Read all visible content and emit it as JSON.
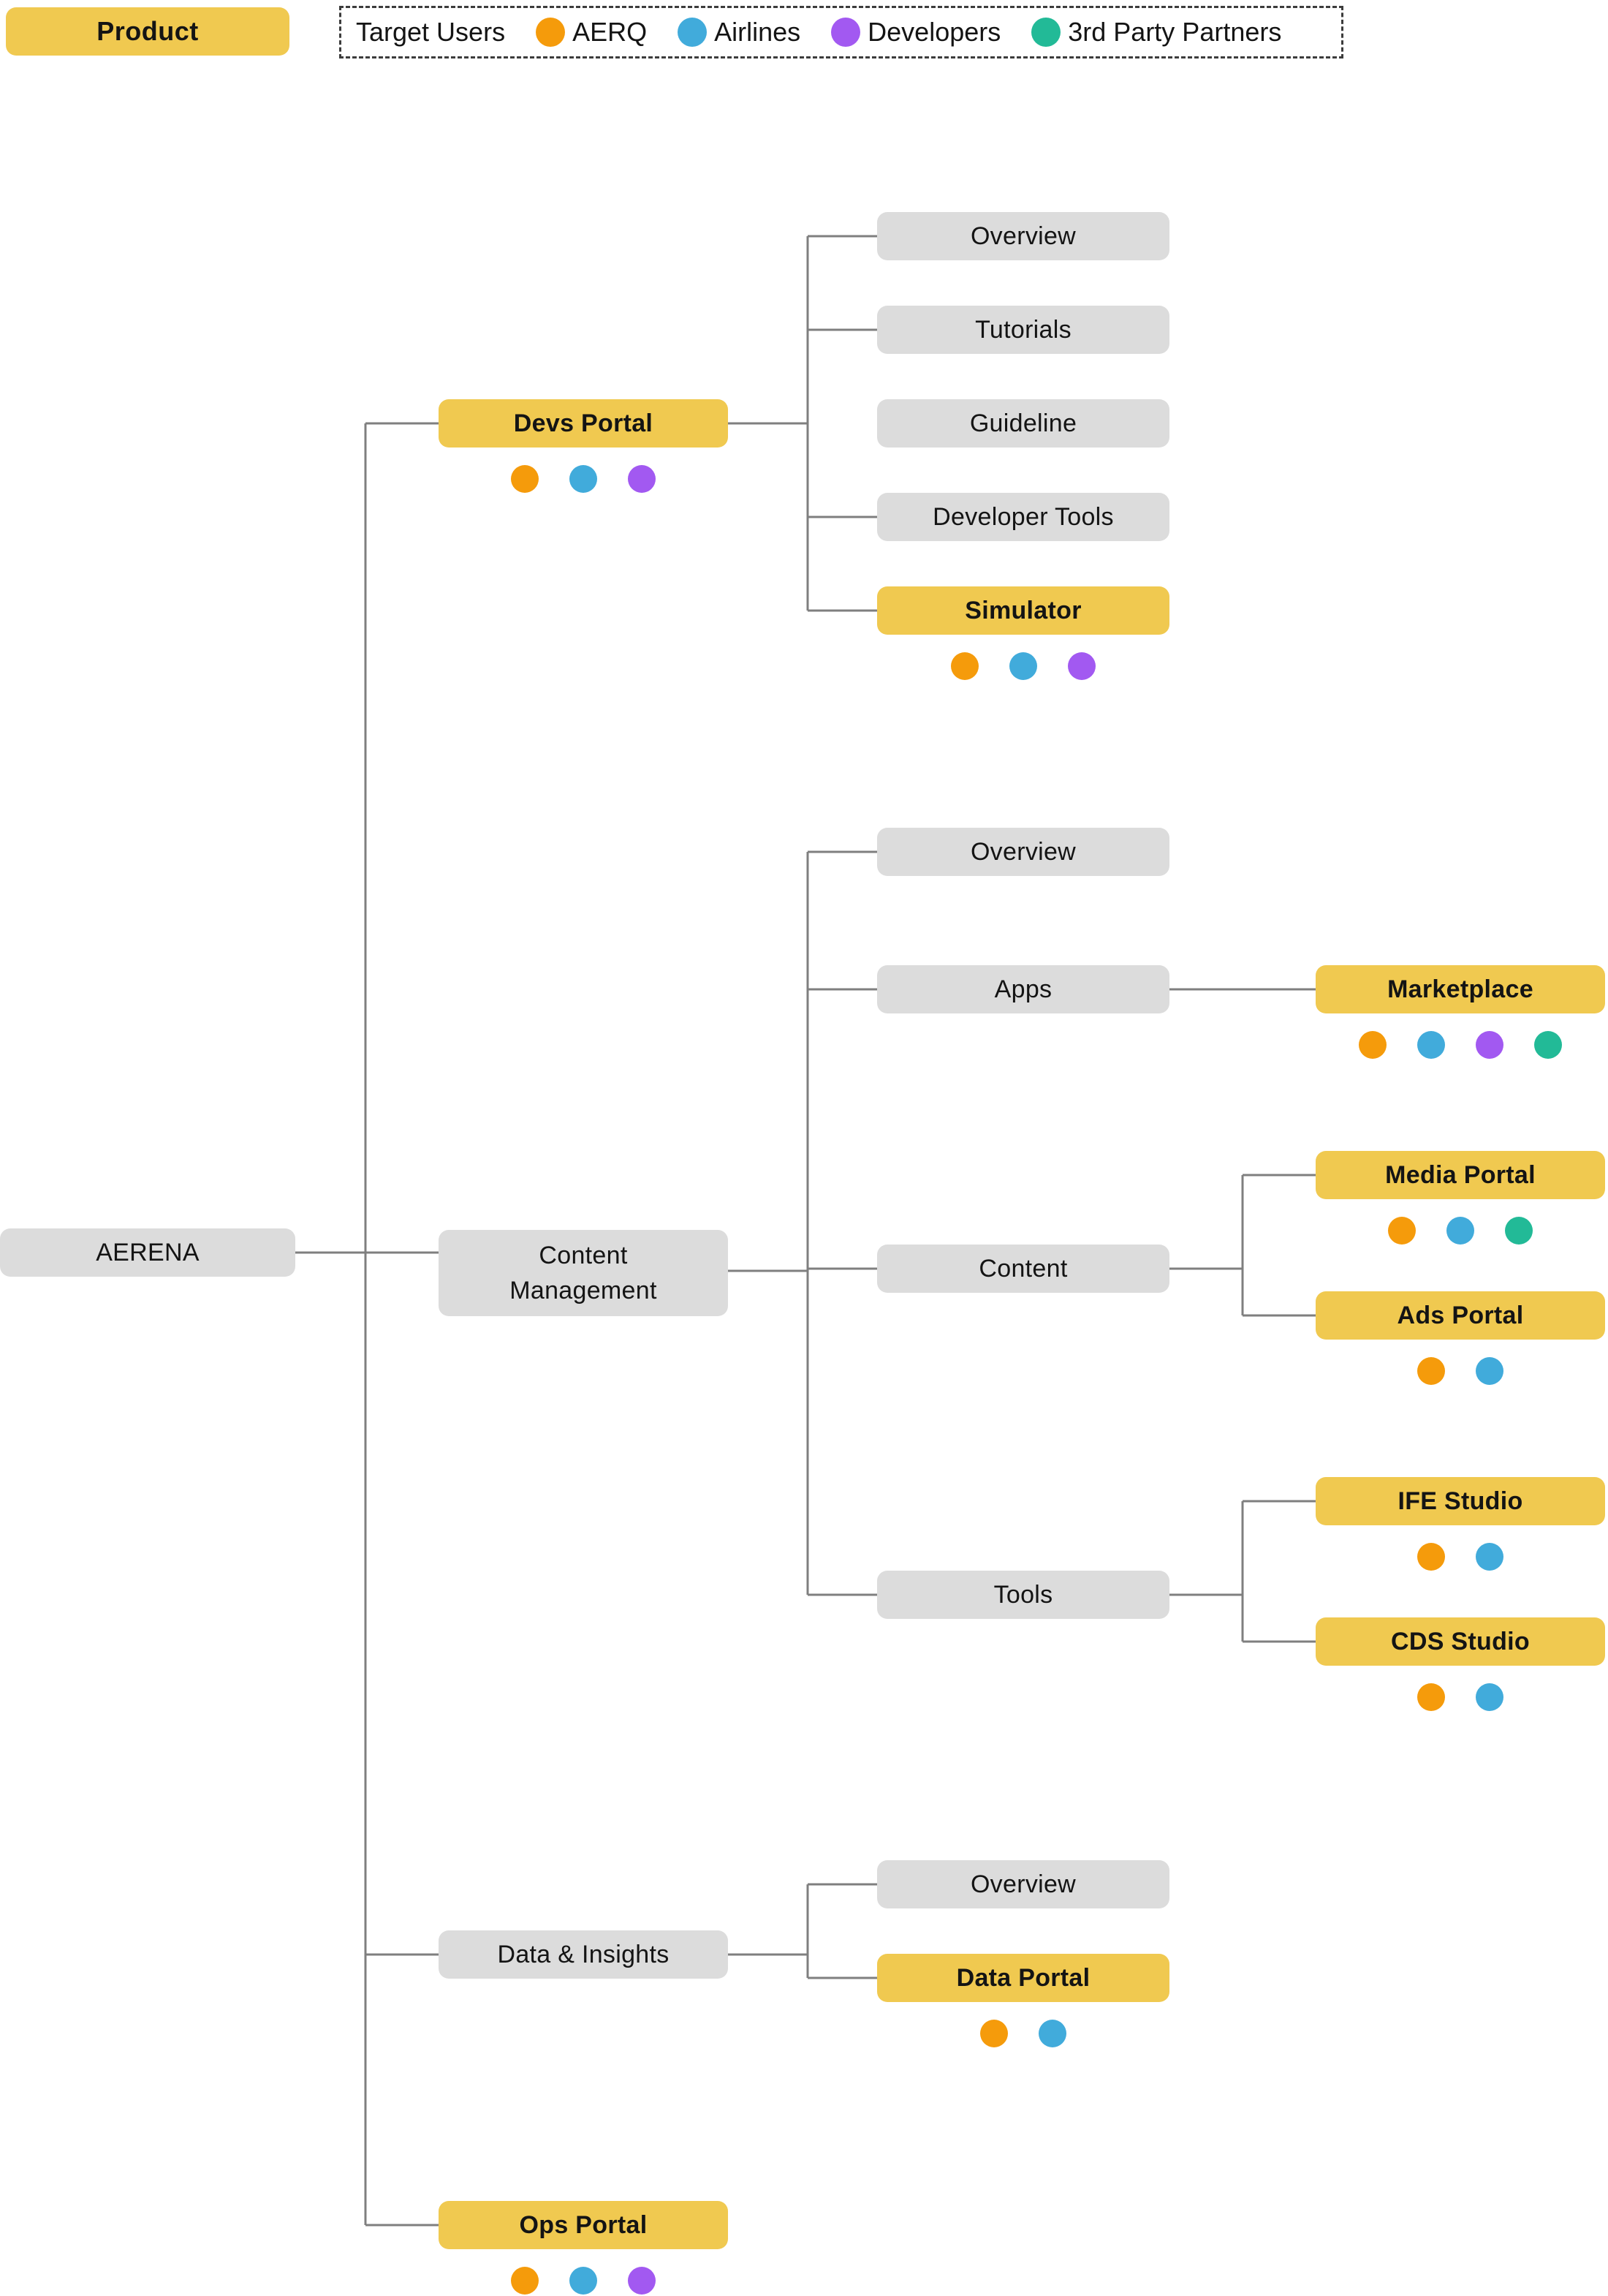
{
  "header": {
    "product_label": "Product"
  },
  "legend": {
    "title": "Target Users",
    "items": [
      {
        "label": "AERQ",
        "color_key": "aerq"
      },
      {
        "label": "Airlines",
        "color_key": "airlines"
      },
      {
        "label": "Developers",
        "color_key": "developers"
      },
      {
        "label": "3rd Party Partners",
        "color_key": "partners"
      }
    ]
  },
  "colors": {
    "aerq": "#F59B0B",
    "airlines": "#41ABDB",
    "developers": "#A259F1",
    "partners": "#22BA97",
    "product_yellow": "#F0C950",
    "category_gray": "#DCDCDC",
    "connector_gray": "#7F7F7F"
  },
  "tree": {
    "root": {
      "label": "AERENA"
    },
    "branches": [
      {
        "label": "Devs Portal",
        "type": "product",
        "target_users": [
          "AERQ",
          "Airlines",
          "Developers"
        ],
        "children": [
          {
            "label": "Overview"
          },
          {
            "label": "Tutorials"
          },
          {
            "label": "Guideline"
          },
          {
            "label": "Developer Tools"
          },
          {
            "label": "Simulator",
            "type": "product",
            "target_users": [
              "AERQ",
              "Airlines",
              "Developers"
            ]
          }
        ]
      },
      {
        "label": "Content Management",
        "children": [
          {
            "label": "Overview"
          },
          {
            "label": "Apps",
            "children": [
              {
                "label": "Marketplace",
                "type": "product",
                "target_users": [
                  "AERQ",
                  "Airlines",
                  "Developers",
                  "3rd Party Partners"
                ]
              }
            ]
          },
          {
            "label": "Content",
            "children": [
              {
                "label": "Media Portal",
                "type": "product",
                "target_users": [
                  "AERQ",
                  "Airlines",
                  "3rd Party Partners"
                ]
              },
              {
                "label": "Ads Portal",
                "type": "product",
                "target_users": [
                  "AERQ",
                  "Airlines"
                ]
              }
            ]
          },
          {
            "label": "Tools",
            "children": [
              {
                "label": "IFE Studio",
                "type": "product",
                "target_users": [
                  "AERQ",
                  "Airlines"
                ]
              },
              {
                "label": "CDS Studio",
                "type": "product",
                "target_users": [
                  "AERQ",
                  "Airlines"
                ]
              }
            ]
          }
        ]
      },
      {
        "label": "Data & Insights",
        "children": [
          {
            "label": "Overview"
          },
          {
            "label": "Data Portal",
            "type": "product",
            "target_users": [
              "AERQ",
              "Airlines"
            ]
          }
        ]
      },
      {
        "label": "Ops Portal",
        "type": "product",
        "target_users": [
          "AERQ",
          "Airlines",
          "Developers"
        ]
      }
    ]
  }
}
